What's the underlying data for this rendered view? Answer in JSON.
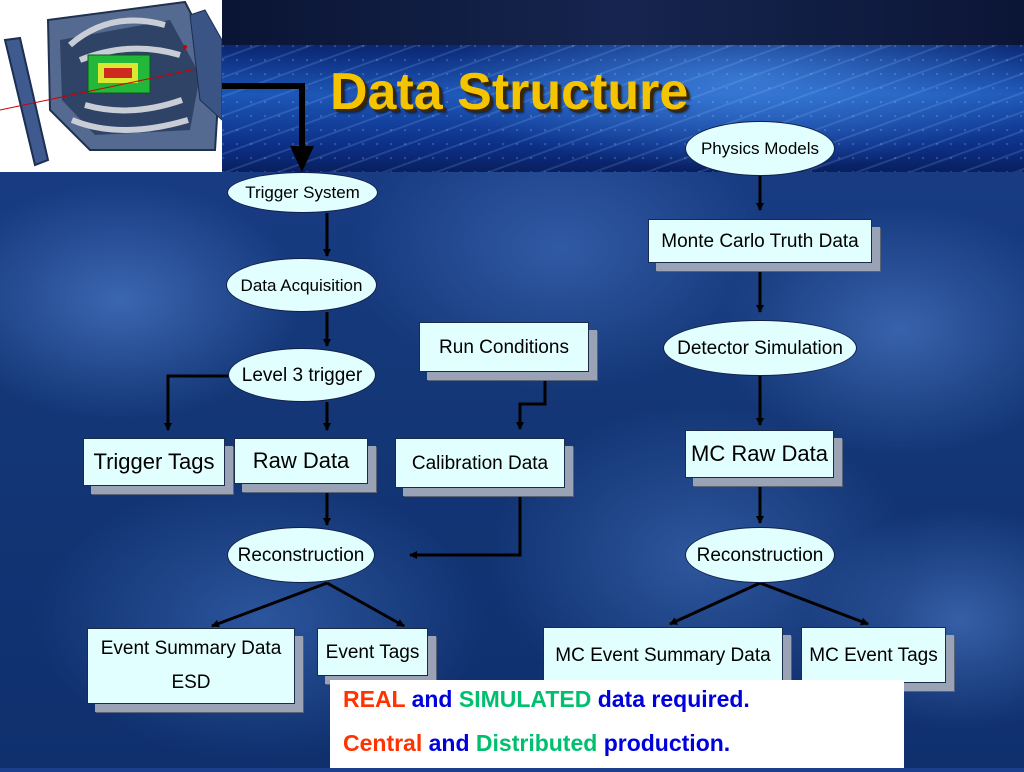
{
  "title": "Data Structure",
  "nodes": {
    "physics_models": "Physics Models",
    "trigger_system": "Trigger System",
    "monte_carlo_truth": "Monte Carlo Truth Data",
    "data_acquisition": "Data Acquisition",
    "run_conditions": "Run Conditions",
    "detector_simulation": "Detector Simulation",
    "level3_trigger": "Level 3 trigger",
    "trigger_tags": "Trigger Tags",
    "raw_data": "Raw Data",
    "calibration_data": "Calibration Data",
    "mc_raw_data": "MC Raw Data",
    "reconstruction_real": "Reconstruction",
    "reconstruction_mc": "Reconstruction",
    "event_summary_data_line1": "Event Summary Data",
    "event_summary_data_line2": "ESD",
    "event_tags": "Event Tags",
    "mc_event_summary_data": "MC Event Summary Data",
    "mc_event_tags": "MC Event Tags"
  },
  "notes": {
    "line1": {
      "a": "REAL",
      "b": "and",
      "c": "SIMULATED",
      "d": "data required."
    },
    "line2": {
      "a": "Central",
      "b": "and",
      "c": "Distributed",
      "d": "production."
    }
  },
  "colors": {
    "title": "#f5c400",
    "node_fill": "#e2ffff",
    "emphasis_red": "#ff3300",
    "emphasis_blue": "#0000dd",
    "emphasis_green": "#00c070"
  },
  "images": {
    "detector": "particle-detector-cutaway"
  }
}
